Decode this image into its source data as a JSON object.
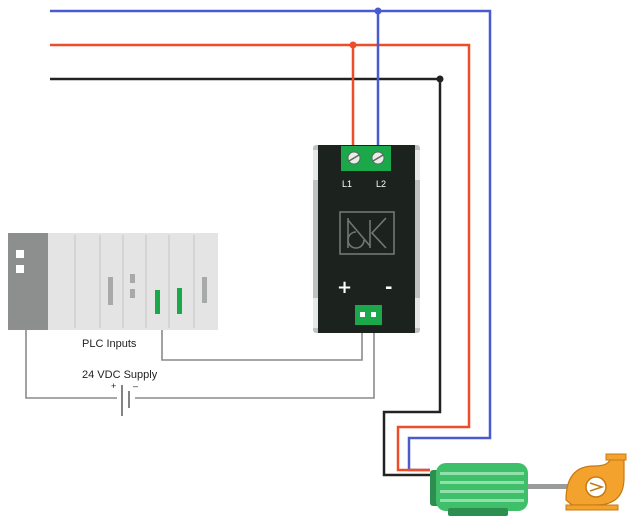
{
  "labels": {
    "plc_inputs": "PLC Inputs",
    "supply": "24 VDC Supply",
    "supply_plus": "+",
    "supply_minus": "–"
  },
  "power_supply": {
    "terminal_l1": "L1",
    "terminal_l2": "L2",
    "output_plus": "+",
    "output_minus": "-"
  },
  "colors": {
    "wire_blue": "#4a5bd0",
    "wire_red": "#ec4e2a",
    "wire_black": "#222222",
    "signal_wire": "#8a8a8a",
    "motor_green": "#3fbf6a",
    "pump_orange": "#f3a22e",
    "module_dark": "#1e2a22",
    "terminal_green": "#1aa84a",
    "plc_gray": "#8d8f8e"
  },
  "icons": {
    "logo": "nk-logo-icon",
    "motor": "motor-icon",
    "pump": "pump-icon",
    "battery": "battery-icon"
  }
}
